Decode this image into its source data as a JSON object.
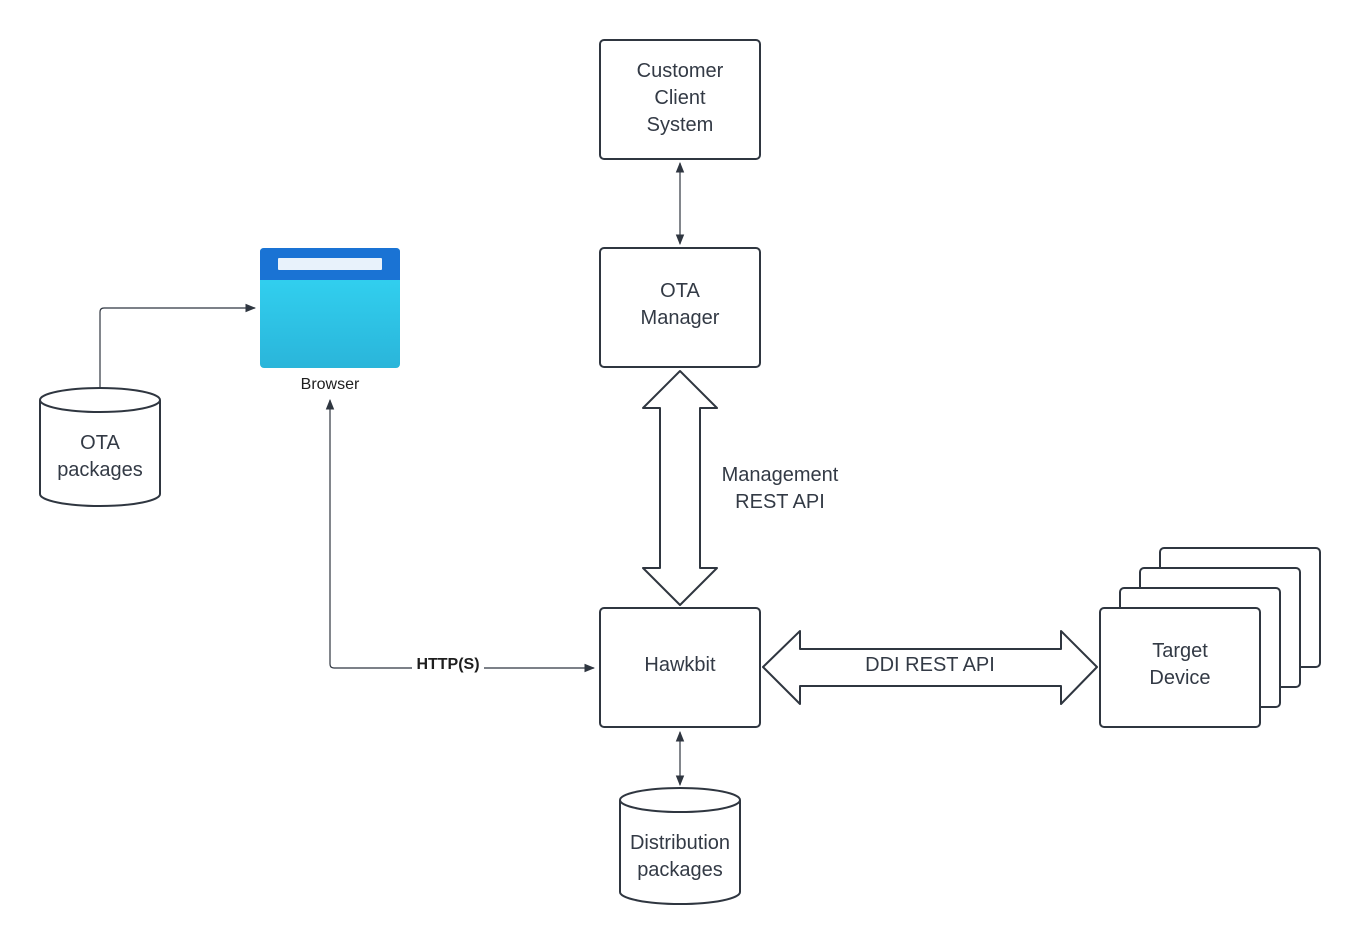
{
  "nodes": {
    "customer_client_system": {
      "lines": [
        "Customer",
        "Client",
        "System"
      ]
    },
    "ota_manager": {
      "lines": [
        "OTA",
        "Manager"
      ]
    },
    "hawkbit": {
      "lines": [
        "Hawkbit"
      ]
    },
    "target_device": {
      "lines": [
        "Target",
        "Device"
      ]
    },
    "ota_packages": {
      "lines": [
        "OTA",
        "packages"
      ]
    },
    "distribution_packages": {
      "lines": [
        "Distribution",
        "packages"
      ]
    },
    "browser": {
      "label": "Browser"
    }
  },
  "edges": {
    "management_api": {
      "lines": [
        "Management",
        "REST API"
      ]
    },
    "ddi_api": {
      "label": "DDI REST API"
    },
    "http": {
      "label": "HTTP(S)"
    }
  },
  "colors": {
    "stroke": "#2f3640",
    "text": "#333a45",
    "browser_header": "#1a73d4",
    "browser_body_top": "#33d6f5",
    "browser_body_bottom": "#2ab8dc"
  }
}
